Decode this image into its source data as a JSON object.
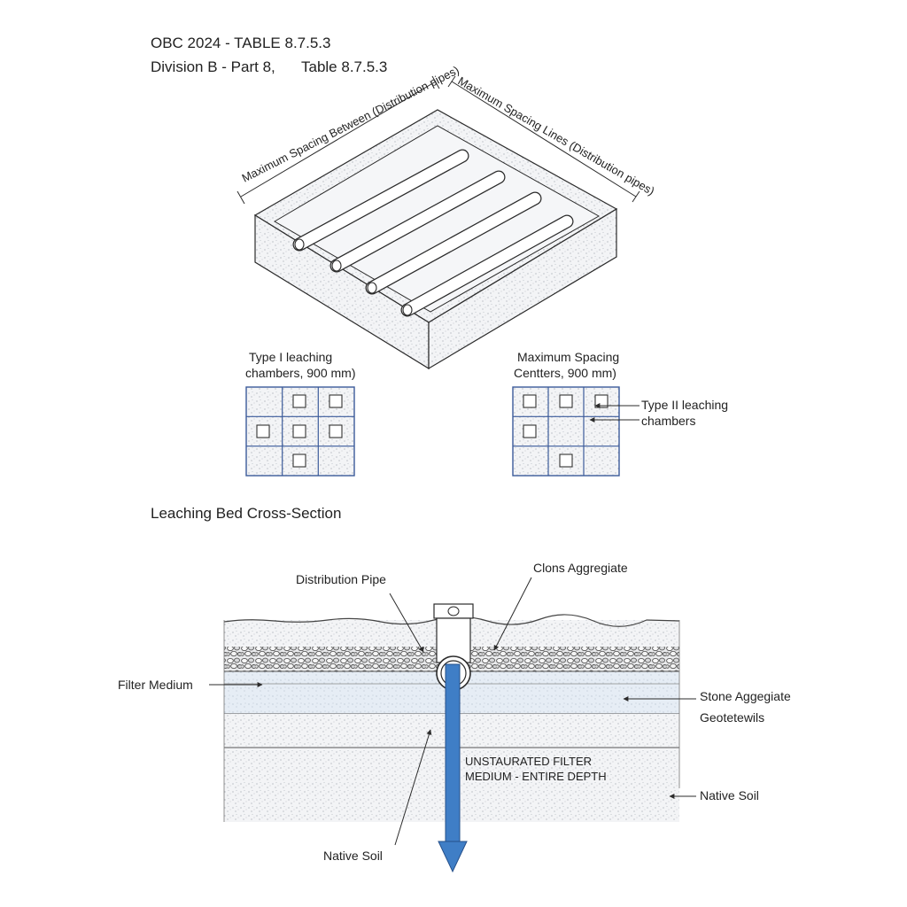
{
  "header": {
    "line1": "OBC 2024 - TABLE 8.7.5.3",
    "line2_left": "Division B - Part 8,",
    "line2_right": "Table 8.7.5.3"
  },
  "iso": {
    "dim_left": "Maximum Spacing Between (Distribution pipes)",
    "dim_right": "Maximum Spacing Lines (Distribution pipes)"
  },
  "grid_left": {
    "label_line1": "Type I leaching",
    "label_line2": "chambers, 900 mm)"
  },
  "grid_right": {
    "label_line1": "Maximum Spacing",
    "label_line2": "Centters, 900 mm)",
    "callout_line1": "Type II leaching",
    "callout_line2": "chambers"
  },
  "section": {
    "title": "Leaching Bed Cross-Section",
    "distribution_pipe": "Distribution Pipe",
    "coarse_aggregate": "Clons Aggregiate",
    "filter_medium": "Filter Medium",
    "stone_aggregate": "Stone Aggegiate",
    "geotextile": "Geotetewils",
    "unsat_line1": "UNSTAURATED FILTER",
    "unsat_line2": "MEDIUM - ENTIRE DEPTH",
    "native_soil_right": "Native Soil",
    "native_soil_bottom": "Native Soil"
  },
  "colors": {
    "line": "#2b2b2b",
    "grid_blue": "#3b5a9a",
    "arrow_blue": "#3f7ec6",
    "sand": "#f1f2f4",
    "filter_blue": "#e6edf5"
  }
}
